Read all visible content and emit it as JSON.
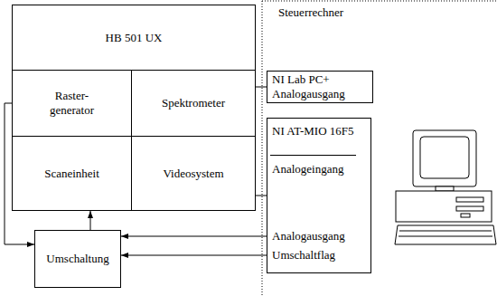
{
  "diagram": {
    "nodes": [
      {
        "text": [
          "HB 501 UX"
        ]
      },
      {
        "text": [
          "Raster- generator"
        ],
        "in": 0
      },
      {
        "text": [
          "Spektrometer"
        ],
        "in": 0
      },
      {
        "text": [
          "Scaneinheit"
        ],
        "in": 0
      },
      {
        "text": [
          "Videosystem"
        ],
        "in": 0
      },
      {
        "text": [
          "NI Lab PC+",
          "Analogausgang"
        ]
      },
      {
        "text": [
          "NI AT-MIO 16F5",
          "Analogeingang",
          "Analogausgang",
          "Umschaltflag"
        ]
      },
      {
        "text": [
          "Umschaltung"
        ]
      }
    ],
    "edges": [
      {
        "from": 2,
        "to": 5,
        "arrow": "none"
      },
      {
        "from": 4,
        "to": 6,
        "arrow": "none"
      },
      {
        "from": 6,
        "to": 7,
        "arrow": "to"
      },
      {
        "from": 6,
        "to": 7,
        "arrow": "to"
      },
      {
        "from": 7,
        "to": 3,
        "arrow": "to"
      },
      {
        "from": 1,
        "to": 7,
        "arrow": "to"
      }
    ],
    "labels": [
      "Steuerrechner"
    ]
  }
}
